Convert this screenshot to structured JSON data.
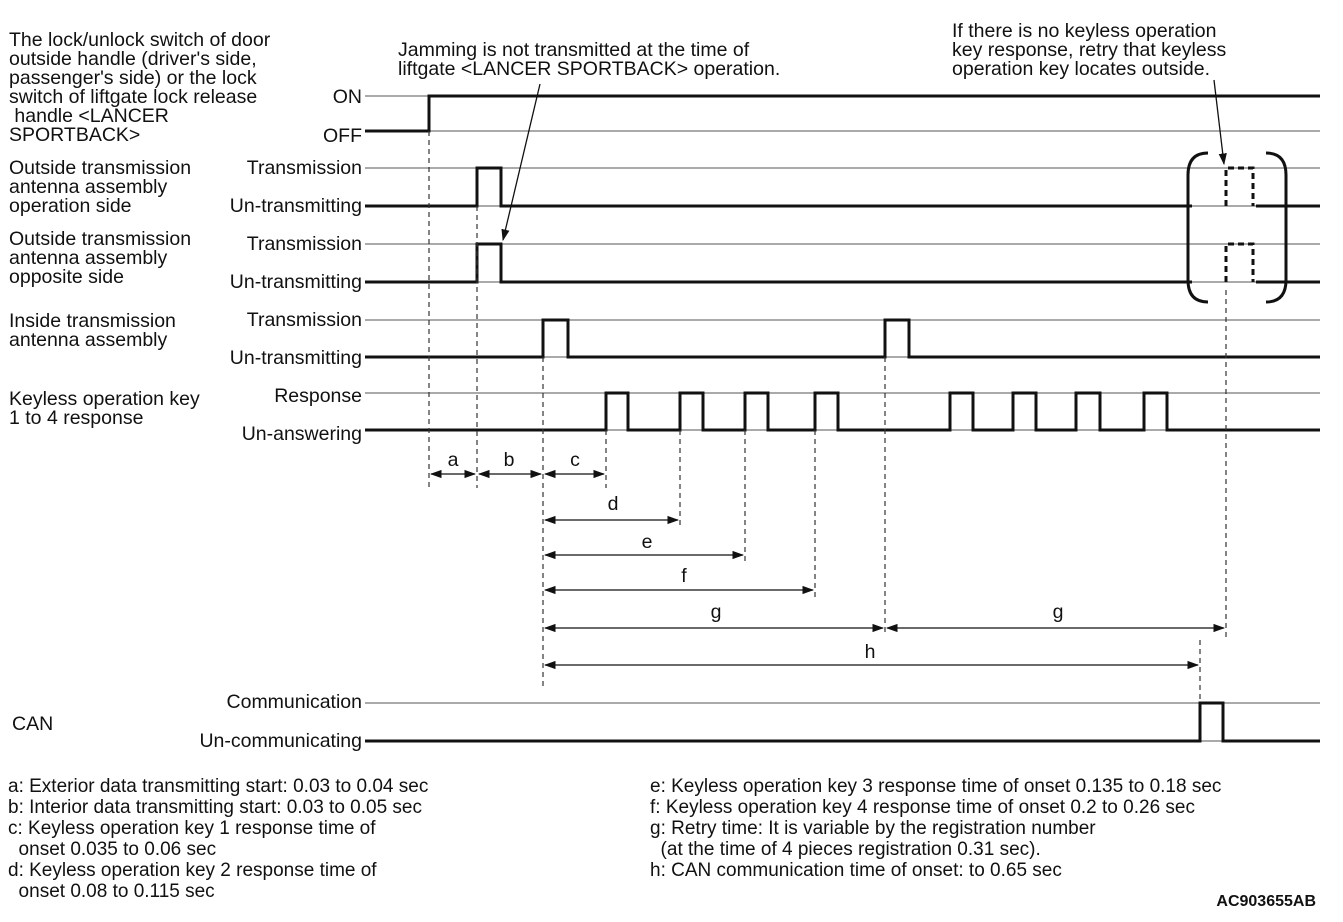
{
  "signals": {
    "switch": {
      "name_lines": [
        "The lock/unlock switch of door",
        "outside handle (driver's side,",
        "passenger's side) or the lock",
        "switch of liftgate lock release",
        " handle <LANCER",
        "SPORTBACK>"
      ],
      "high": "ON",
      "low": "OFF"
    },
    "outside_operation": {
      "name_lines": [
        "Outside transmission",
        "antenna assembly",
        "operation side"
      ],
      "high": "Transmission",
      "low": "Un-transmitting"
    },
    "outside_opposite": {
      "name_lines": [
        "Outside transmission",
        "antenna assembly",
        "opposite side"
      ],
      "high": "Transmission",
      "low": "Un-transmitting"
    },
    "inside": {
      "name_lines": [
        "Inside transmission",
        "antenna assembly"
      ],
      "high": "Transmission",
      "low": "Un-transmitting"
    },
    "key_response": {
      "name_lines": [
        "Keyless operation key",
        "1 to 4 response"
      ],
      "high": "Response",
      "low": "Un-answering"
    },
    "can": {
      "name_lines": [
        "CAN"
      ],
      "high": "Communication",
      "low": "Un-communicating"
    }
  },
  "annotations": {
    "jamming": [
      "Jamming is not transmitted at the time of",
      "liftgate <LANCER SPORTBACK> operation."
    ],
    "retry": [
      "If there is no keyless operation",
      "key response, retry that keyless",
      "operation key locates outside."
    ]
  },
  "dimensions": {
    "a": "a",
    "b": "b",
    "c": "c",
    "d": "d",
    "e": "e",
    "f": "f",
    "g1": "g",
    "g2": "g",
    "h": "h"
  },
  "legend": {
    "left": [
      "a: Exterior data transmitting start: 0.03 to 0.04 sec",
      "b: Interior data transmitting start: 0.03 to 0.05 sec",
      "c: Keyless operation key 1 response time of",
      "  onset 0.035 to 0.06 sec",
      "d: Keyless operation key 2 response time of",
      "  onset 0.08 to 0.115 sec"
    ],
    "right": [
      "e: Keyless operation key 3 response time of onset 0.135 to 0.18 sec",
      "f: Keyless operation key 4 response time of onset 0.2 to 0.26 sec",
      "g: Retry time: It is variable by the registration number",
      "  (at the time of 4 pieces registration 0.31 sec).",
      "h: CAN communication time of onset: to 0.65 sec"
    ]
  },
  "figure_code": "AC903655AB"
}
